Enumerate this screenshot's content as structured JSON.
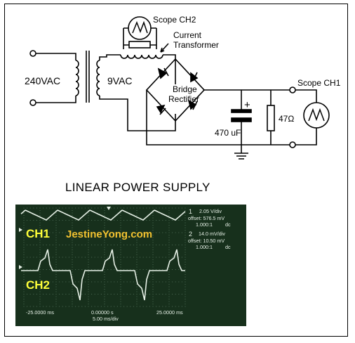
{
  "schematic": {
    "mains_label": "240VAC",
    "secondary_label": "9VAC",
    "scope_ch2_label": "Scope CH2",
    "current_transformer_label_line1": "Current",
    "current_transformer_label_line2": "Transformer",
    "bridge_label_line1": "Bridge",
    "bridge_label_line2": "Rectifier",
    "plus_sign": "+",
    "capacitor_label": "470 uF",
    "resistor_label": "47Ω",
    "scope_ch1_label": "Scope CH1",
    "title": "LINEAR POWER SUPPLY"
  },
  "oscilloscope": {
    "ch1_tag": "CH1",
    "ch2_tag": "CH2",
    "watermark": "JestineYong.com",
    "ch1_readout": {
      "number": "1",
      "scale": "2.05  V/div",
      "offset": "offset: 576.5 mV",
      "probe": "1.000:1",
      "coupling": "dc"
    },
    "ch2_readout": {
      "number": "2",
      "scale": "14.0 mV/div",
      "offset": "offset: 10.50 mV",
      "probe": "1.000:1",
      "coupling": "dc"
    },
    "time_left": "-25.0000 ms",
    "time_center": "0.00000  s",
    "time_right": "25.0000 ms",
    "timebase": "5.00 ms/div",
    "colors": {
      "screen": "#17301c",
      "grid": "#4d6b55",
      "trace": "#e6f0e6",
      "tag": "#ffff3a",
      "watermark": "#f2c230"
    }
  }
}
